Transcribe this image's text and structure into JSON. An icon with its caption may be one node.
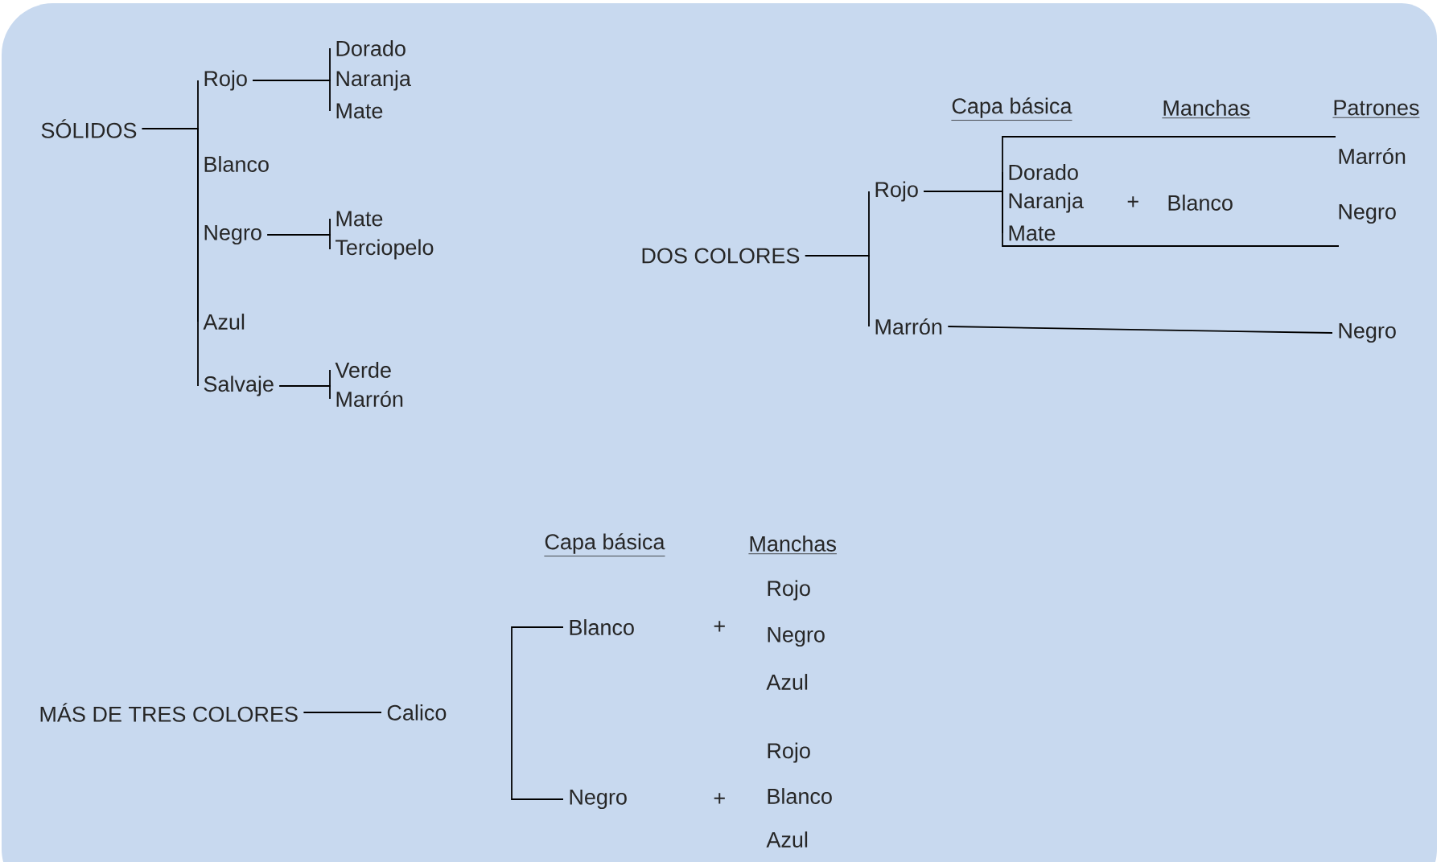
{
  "diagram": {
    "nodes": [
      {
        "text": [
          "SÓLIDOS"
        ]
      },
      {
        "text": [
          "Rojo"
        ]
      },
      {
        "text": [
          "Dorado"
        ]
      },
      {
        "text": [
          "Naranja"
        ]
      },
      {
        "text": [
          "Mate"
        ]
      },
      {
        "text": [
          "Blanco"
        ]
      },
      {
        "text": [
          "Negro"
        ]
      },
      {
        "text": [
          "Mate"
        ]
      },
      {
        "text": [
          "Terciopelo"
        ]
      },
      {
        "text": [
          "Azul"
        ]
      },
      {
        "text": [
          "Salvaje"
        ]
      },
      {
        "text": [
          "Verde"
        ]
      },
      {
        "text": [
          "Marrón"
        ]
      },
      {
        "text": [
          "DOS COLORES"
        ]
      },
      {
        "text": [
          "Rojo"
        ]
      },
      {
        "text": [
          "Dorado"
        ]
      },
      {
        "text": [
          "Naranja"
        ]
      },
      {
        "text": [
          "Mate"
        ]
      },
      {
        "text": [
          "Marrón"
        ]
      },
      {
        "text": [
          "Negro"
        ]
      },
      {
        "text": [
          "MÁS DE TRES COLORES"
        ]
      },
      {
        "text": [
          "Calico"
        ]
      },
      {
        "text": [
          "Blanco"
        ]
      },
      {
        "text": [
          "Negro"
        ]
      }
    ],
    "edges": [
      {
        "from": 0,
        "to": 1,
        "arrow": "none"
      },
      {
        "from": 0,
        "to": 5,
        "arrow": "none"
      },
      {
        "from": 0,
        "to": 6,
        "arrow": "none"
      },
      {
        "from": 0,
        "to": 9,
        "arrow": "none"
      },
      {
        "from": 0,
        "to": 10,
        "arrow": "none"
      },
      {
        "from": 1,
        "to": 2,
        "arrow": "none"
      },
      {
        "from": 1,
        "to": 3,
        "arrow": "none"
      },
      {
        "from": 1,
        "to": 4,
        "arrow": "none"
      },
      {
        "from": 6,
        "to": 7,
        "arrow": "none"
      },
      {
        "from": 6,
        "to": 8,
        "arrow": "none"
      },
      {
        "from": 10,
        "to": 11,
        "arrow": "none"
      },
      {
        "from": 10,
        "to": 12,
        "arrow": "none"
      },
      {
        "from": 13,
        "to": 14,
        "arrow": "none"
      },
      {
        "from": 13,
        "to": 18,
        "arrow": "none"
      },
      {
        "from": 14,
        "to": 15,
        "arrow": "none"
      },
      {
        "from": 14,
        "to": 16,
        "arrow": "none"
      },
      {
        "from": 14,
        "to": 17,
        "arrow": "none"
      },
      {
        "from": 18,
        "to": 19,
        "arrow": "none"
      },
      {
        "from": 20,
        "to": 21,
        "arrow": "none"
      },
      {
        "from": 22,
        "to": 23,
        "arrow": "none"
      }
    ],
    "labels": [
      "Capa básica",
      "Manchas",
      "Patrones",
      "Marrón",
      "+",
      "Blanco",
      "Negro",
      "Capa básica",
      "Manchas",
      "Rojo",
      "+",
      "Negro",
      "Azul",
      "Rojo",
      "+",
      "Blanco",
      "Azul"
    ]
  }
}
